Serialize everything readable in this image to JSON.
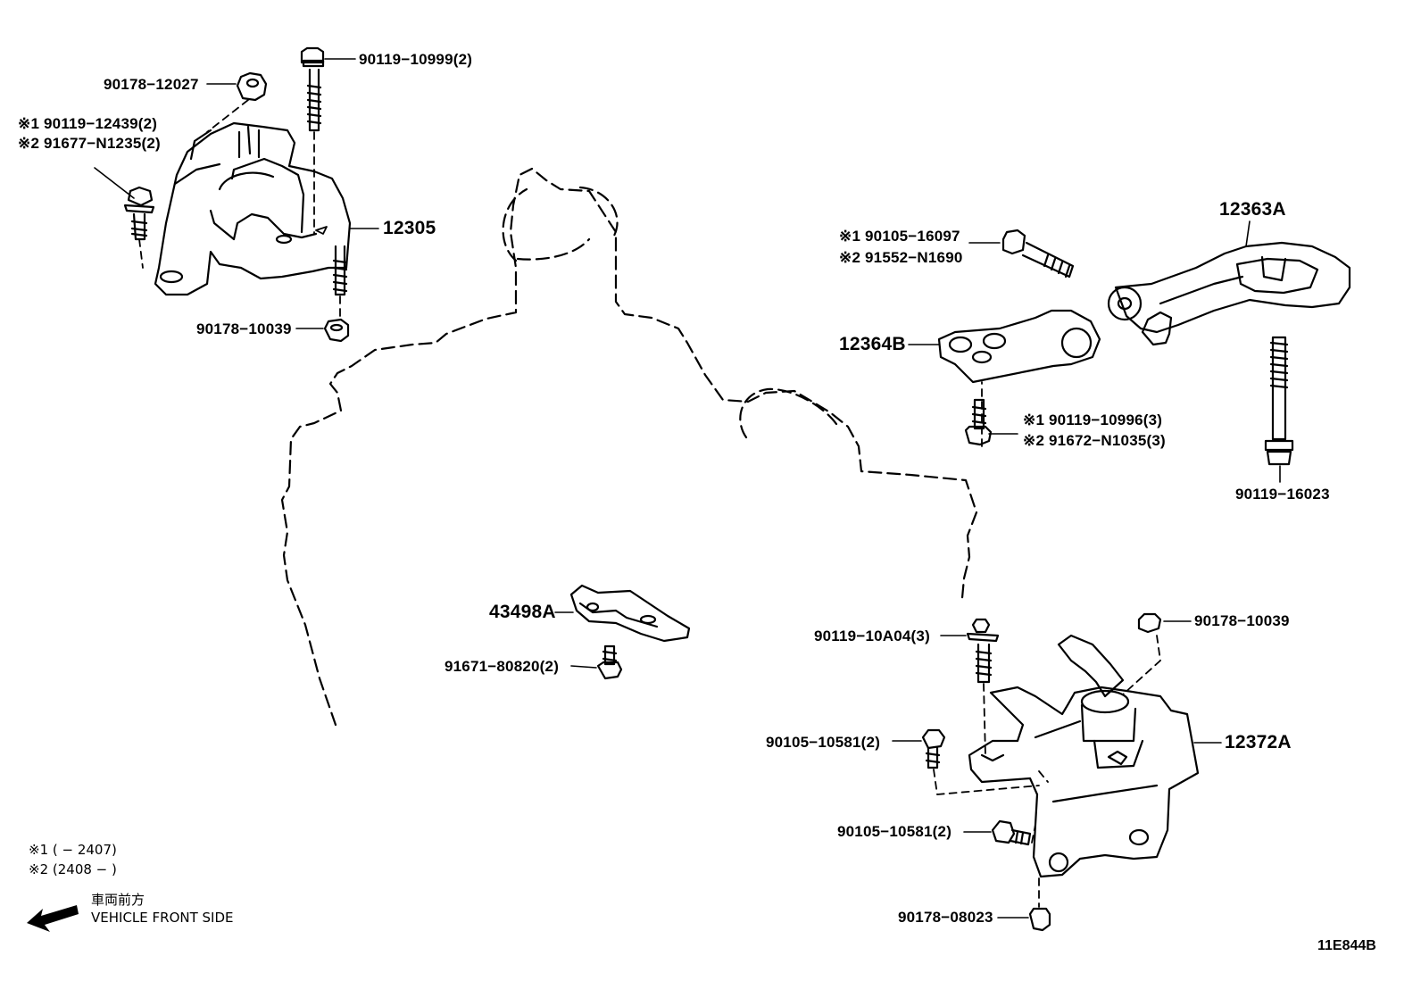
{
  "parts": {
    "p1": "90119−10999(2)",
    "p2": "90178−12027",
    "p3a": "※1 90119−12439(2)",
    "p3b": "※2 91677−N1235(2)",
    "p4": "12305",
    "p5": "90178−10039",
    "p6": "12363A",
    "p7a": "※1 90105−16097",
    "p7b": "※2 91552−N1690",
    "p8": "12364B",
    "p9a": "※1 90119−10996(3)",
    "p9b": "※2 91672−N1035(3)",
    "p10": "90119−16023",
    "p11": "43498A",
    "p12": "91671−80820(2)",
    "p13": "90119−10A04(3)",
    "p14": "90178−10039",
    "p15": "12372A",
    "p16": "90105−10581(2)",
    "p17": "90105−10581(2)",
    "p18": "90178−08023"
  },
  "notes": {
    "n1": "※1 (        − 2407)",
    "n2": "※2 (2408  −        )"
  },
  "front": {
    "jp": "車両前方",
    "en": "VEHICLE FRONT SIDE"
  },
  "diagram_code": "11E844B"
}
